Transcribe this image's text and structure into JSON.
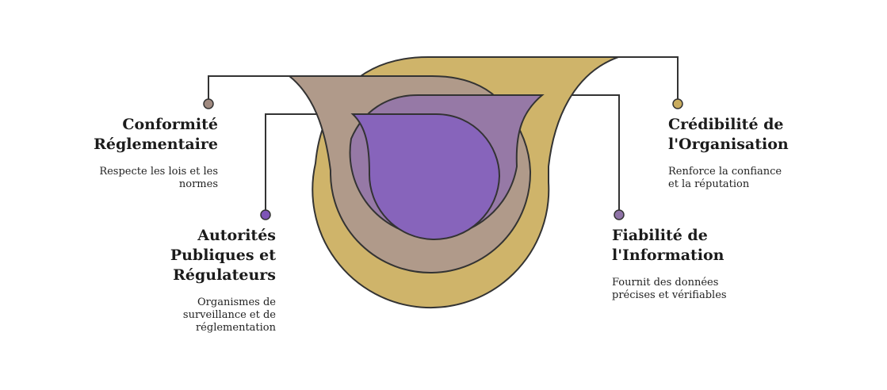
{
  "colors": {
    "outer": "#cfb46a",
    "second": "#b09a8a",
    "third": "#9679a6",
    "inner": "#8764bb",
    "stroke": "#333333",
    "dot_conformite": "#a08a80",
    "dot_autorites": "#7e55b6",
    "dot_credibilite": "#c9ac5e",
    "dot_fiabilite": "#8f73a7"
  },
  "items": [
    {
      "title_line1": "Conformité",
      "title_line2": "Réglementaire",
      "desc_line1": "Respecte les lois et les",
      "desc_line2": "normes"
    },
    {
      "title_line1": "Autorités",
      "title_line2": "Publiques et",
      "title_line3": "Régulateurs",
      "desc_line1": "Organismes de",
      "desc_line2": "surveillance et de",
      "desc_line3": "réglementation"
    },
    {
      "title_line1": "Crédibilité de",
      "title_line2": "l'Organisation",
      "desc_line1": "Renforce la confiance",
      "desc_line2": "et la réputation"
    },
    {
      "title_line1": "Fiabilité de",
      "title_line2": "l'Information",
      "desc_line1": "Fournit des données",
      "desc_line2": "précises et vérifiables"
    }
  ]
}
